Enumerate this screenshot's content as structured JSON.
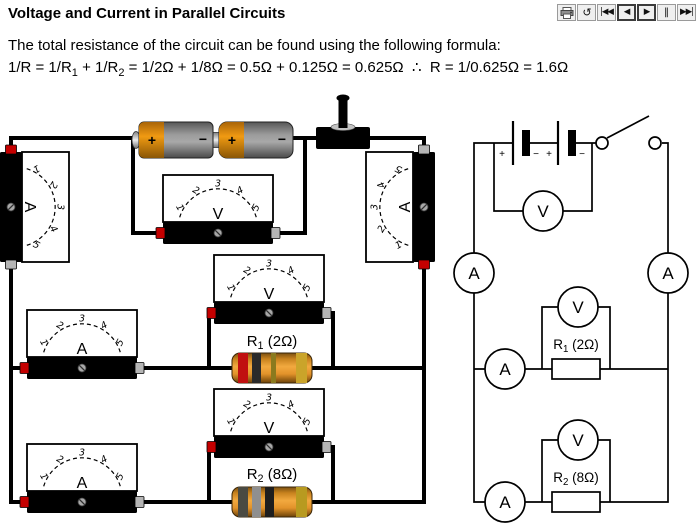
{
  "header": {
    "title": "Voltage and Current in Parallel Circuits",
    "toolbar": [
      {
        "name": "print",
        "icon": "print-icon",
        "label": ""
      },
      {
        "name": "reload",
        "icon": "reload-icon",
        "label": "↺"
      },
      {
        "name": "skip-start",
        "icon": "skip-start-icon",
        "label": "|◀◀"
      },
      {
        "name": "step-back",
        "icon": "step-back-icon",
        "label": "◀",
        "active": true
      },
      {
        "name": "play",
        "icon": "play-icon",
        "label": "▶",
        "active": true
      },
      {
        "name": "pause",
        "icon": "pause-icon",
        "label": "‖"
      },
      {
        "name": "skip-end",
        "icon": "skip-end-icon",
        "label": "▶▶|"
      }
    ]
  },
  "description": "The total resistance of the circuit can be found using the following formula:",
  "formula": {
    "segments": [
      {
        "t": "1/R = 1/R"
      },
      {
        "t": "1",
        "sub": true
      },
      {
        "t": " + 1/R"
      },
      {
        "t": "2",
        "sub": true
      },
      {
        "t": " = 1/2Ω + 1/8Ω = 0.5Ω + 0.125Ω = 0.625Ω  ∴  R = 1/0.625Ω = 1.6Ω"
      }
    ]
  },
  "meter_scale": [
    "1",
    "2",
    "3",
    "4",
    "5"
  ],
  "meters": {
    "left_ammeter": "A",
    "right_ammeter": "A",
    "battery_voltmeter": "V",
    "r1_voltmeter": "V",
    "r2_voltmeter": "V",
    "r1_ammeter": "A",
    "r2_ammeter": "A"
  },
  "battery": {
    "cells": [
      {
        "plus": "+",
        "minus": "−"
      },
      {
        "plus": "+",
        "minus": "−"
      }
    ]
  },
  "resistors": {
    "r1": {
      "label": {
        "pre": "R",
        "sub": "1",
        "post": " (2Ω)"
      }
    },
    "r2": {
      "label": {
        "pre": "R",
        "sub": "2",
        "post": " (8Ω)"
      }
    }
  },
  "schematic": {
    "battery_labels": [
      "+",
      "−",
      "+",
      "−"
    ],
    "meters": {
      "left_a": "A",
      "right_a": "A",
      "battery_v": "V",
      "r1_v": "V",
      "r1_a": "A",
      "r2_v": "V",
      "r2_a": "A"
    }
  },
  "colors": {
    "wire": "#000000",
    "terminal_red": "#c40000",
    "terminal_gray": "#b5b5b5",
    "battery_orange": "#e8920e",
    "battery_gray": "#7e7e7e",
    "resistor_body": "#d98a28",
    "resistor_bands": {
      "r1": [
        "#c01010",
        "#2a2a2a",
        "#8a7a1e",
        "#caa42a"
      ],
      "r2": [
        "#4a4a42",
        "#8f8f8f",
        "#1e1e1e",
        "#b89a20"
      ]
    },
    "toolbar_bg": "#efefef"
  }
}
